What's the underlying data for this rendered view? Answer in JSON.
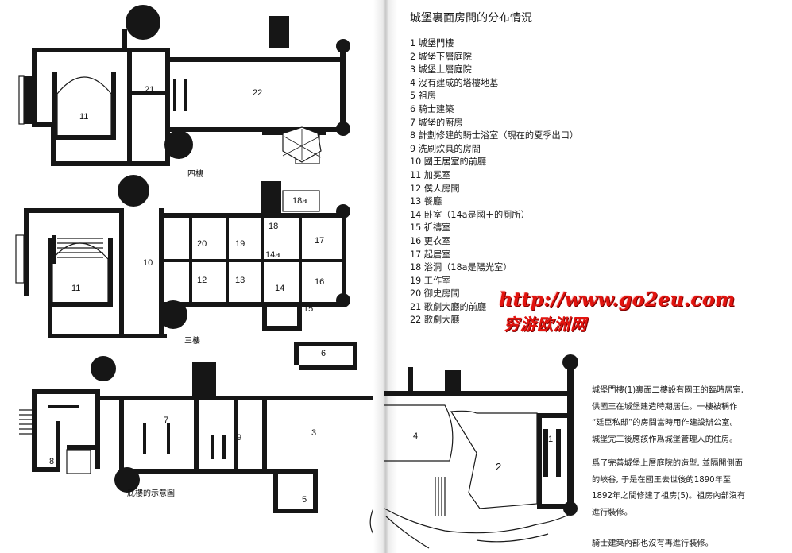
{
  "legend": {
    "title": "城堡裏面房間的分布情況",
    "items": [
      "1 城堡門樓",
      "2 城堡下層庭院",
      "3 城堡上層庭院",
      "4 沒有建成的塔樓地基",
      "5 祖房",
      "6 騎士建築",
      "7 城堡的廚房",
      "8 計劃修建的騎士浴室（現在的夏季出口）",
      "9 洗刷炊具的房間",
      "10 國王居室的前廳",
      "11 加冕室",
      "12 僕人房間",
      "13 餐廳",
      "14 卧室（14a是國王的厠所）",
      "15 祈禱室",
      "16 更衣室",
      "17 起居室",
      "18 浴洞（18a是陽光室）",
      "19 工作室",
      "20 御史房間",
      "21 歌劇大廳的前廳",
      "22 歌劇大廳"
    ]
  },
  "watermark": {
    "url": "http://www.go2eu.com",
    "name": "穷游欧洲网"
  },
  "captions": {
    "fourth_floor": "四樓",
    "third_floor": "三樓",
    "ground_floor": "底樓的示意圖"
  },
  "room_labels": {
    "fourth_floor": [
      "21",
      "11",
      "22"
    ],
    "third_floor": [
      "18a",
      "18",
      "20",
      "19",
      "17",
      "10",
      "14a",
      "12",
      "13",
      "14",
      "16",
      "11",
      "15"
    ],
    "ground_floor": [
      "6",
      "7",
      "3",
      "4",
      "1",
      "9",
      "8",
      "2",
      "5"
    ]
  },
  "paragraphs": [
    [
      "城堡門樓(1)裏面二樓設有國王的臨時居室,",
      "供國王在城堡建造時期居住。一樓被稱作",
      "“廷臣私邸”的房間當時用作建設辦公室。",
      "城堡完工後應該作爲城堡管理人的住房。"
    ],
    [
      "爲了完善城堡上層庭院的造型, 並隔開側面",
      "的峽谷, 于是在國王去世後的1890年至",
      "1892年之間修建了祖房(5)。祖房內部沒有",
      "進行裝修。"
    ],
    [
      "騎士建築內部也沒有再進行裝修。"
    ]
  ]
}
